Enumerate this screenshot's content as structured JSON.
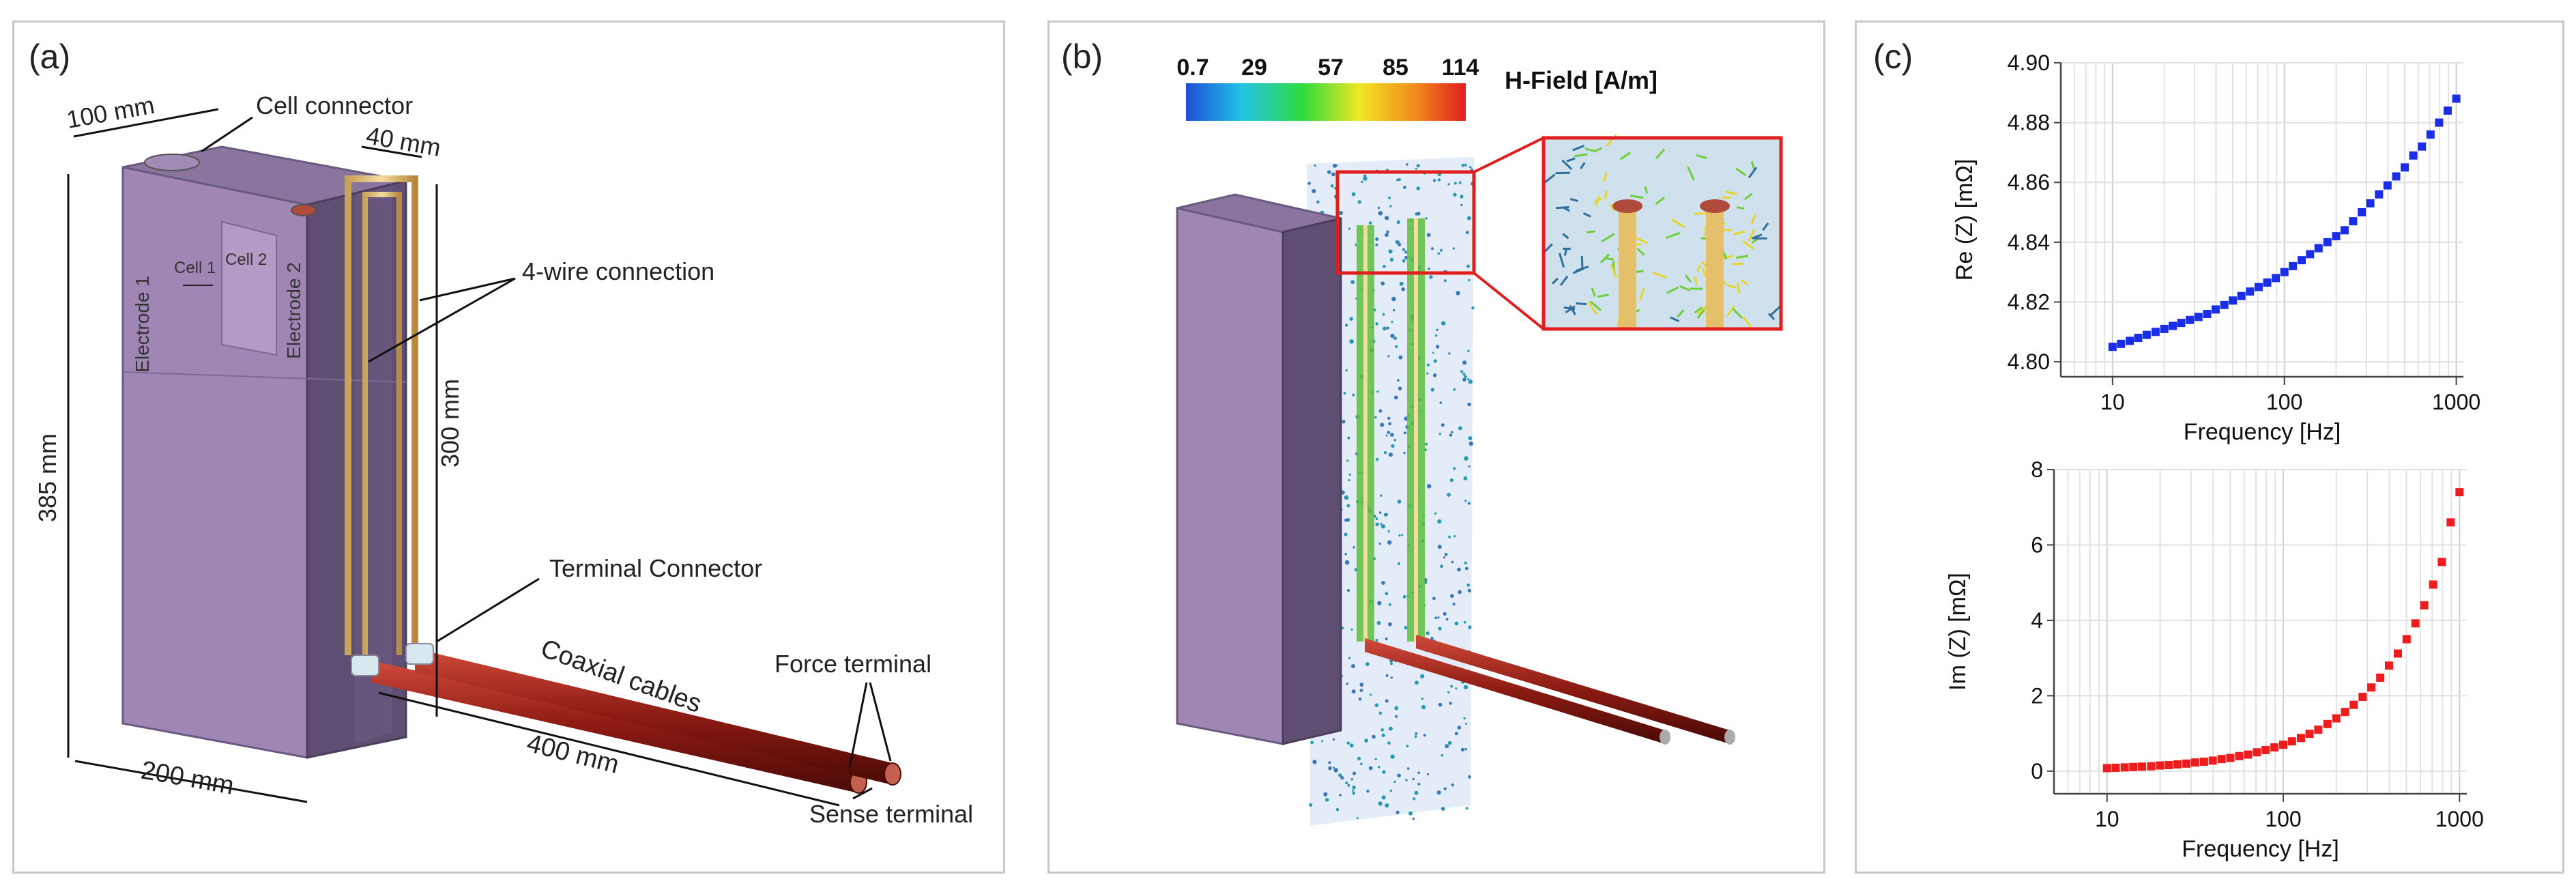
{
  "panel_a": {
    "label": "(a)",
    "cell_connector": "Cell connector",
    "dim_100": "100 mm",
    "dim_40": "40 mm",
    "dim_385": "385 mm",
    "dim_300": "300 mm",
    "dim_200": "200 mm",
    "dim_400": "400 mm",
    "electrode1": "Electrode 1",
    "electrode2": "Electrode 2",
    "cell1": "Cell 1",
    "cell2": "Cell 2",
    "four_wire": "4-wire connection",
    "terminal_connector": "Terminal Connector",
    "coaxial": "Coaxial cables",
    "force_terminal": "Force terminal",
    "sense_terminal": "Sense terminal"
  },
  "panel_b": {
    "label": "(b)",
    "colorbar_title": "H-Field [A/m]",
    "colorbar_ticks": [
      "0.7",
      "29",
      "57",
      "85",
      "114"
    ],
    "colors": [
      "#1e4fd6",
      "#22c3e6",
      "#2fdc3a",
      "#f2e626",
      "#f28a1c",
      "#e01e1e"
    ]
  },
  "panel_c": {
    "label": "(c)",
    "chart_data": [
      {
        "type": "scatter",
        "xlabel": "Frequency [Hz]",
        "ylabel": "Re (Z) [mΩ]",
        "xscale": "log",
        "xlim": [
          5,
          1100
        ],
        "ylim": [
          4.795,
          4.9
        ],
        "yticks": [
          "4.80",
          "4.82",
          "4.84",
          "4.86",
          "4.88",
          "4.90"
        ],
        "xticks": [
          "10",
          "100",
          "1000"
        ],
        "grid": true,
        "color": "#1a2ee8",
        "x": [
          10,
          11.2,
          12.6,
          14.1,
          15.8,
          17.8,
          20,
          22.4,
          25.1,
          28.2,
          31.6,
          35.5,
          39.8,
          44.7,
          50.1,
          56.2,
          63.1,
          70.8,
          79.4,
          89.1,
          100,
          112,
          126,
          141,
          158,
          178,
          200,
          224,
          251,
          282,
          316,
          355,
          398,
          447,
          501,
          562,
          631,
          708,
          794,
          891,
          1000
        ],
        "y": [
          4.805,
          4.806,
          4.807,
          4.808,
          4.809,
          4.81,
          4.811,
          4.812,
          4.813,
          4.814,
          4.815,
          4.816,
          4.8175,
          4.819,
          4.8205,
          4.822,
          4.8235,
          4.825,
          4.8265,
          4.828,
          4.83,
          4.832,
          4.834,
          4.836,
          4.838,
          4.84,
          4.842,
          4.844,
          4.847,
          4.85,
          4.853,
          4.856,
          4.859,
          4.862,
          4.865,
          4.869,
          4.872,
          4.876,
          4.88,
          4.884,
          4.888
        ]
      },
      {
        "type": "scatter",
        "xlabel": "Frequency [Hz]",
        "ylabel": "Im (Z) [mΩ]",
        "xscale": "log",
        "xlim": [
          5,
          1100
        ],
        "ylim": [
          -0.6,
          8
        ],
        "yticks": [
          "0",
          "2",
          "4",
          "6",
          "8"
        ],
        "xticks": [
          "10",
          "100",
          "1000"
        ],
        "grid": true,
        "color": "#ee1c1c",
        "x": [
          10,
          11.2,
          12.6,
          14.1,
          15.8,
          17.8,
          20,
          22.4,
          25.1,
          28.2,
          31.6,
          35.5,
          39.8,
          44.7,
          50.1,
          56.2,
          63.1,
          70.8,
          79.4,
          89.1,
          100,
          112,
          126,
          141,
          158,
          178,
          200,
          224,
          251,
          282,
          316,
          355,
          398,
          447,
          501,
          562,
          631,
          708,
          794,
          891,
          1000
        ],
        "y": [
          0.08,
          0.09,
          0.1,
          0.11,
          0.12,
          0.13,
          0.15,
          0.16,
          0.18,
          0.2,
          0.23,
          0.25,
          0.28,
          0.32,
          0.35,
          0.4,
          0.44,
          0.5,
          0.56,
          0.63,
          0.7,
          0.79,
          0.88,
          0.99,
          1.1,
          1.25,
          1.4,
          1.57,
          1.76,
          1.97,
          2.22,
          2.48,
          2.8,
          3.12,
          3.5,
          3.92,
          4.4,
          4.95,
          5.55,
          6.6,
          7.4
        ]
      }
    ]
  }
}
